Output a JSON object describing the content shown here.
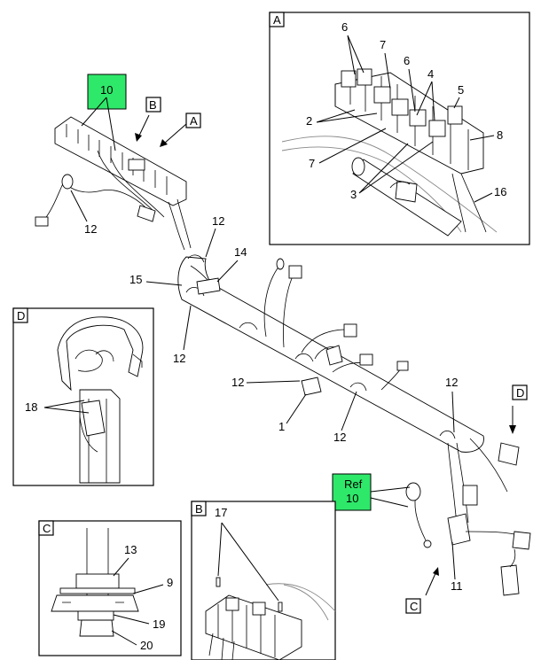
{
  "colors": {
    "highlight": "#2ee86a",
    "line": "#000000",
    "background": "#ffffff"
  },
  "views": {
    "A": "A",
    "B": "B",
    "C": "C",
    "D": "D"
  },
  "callouts": {
    "highlight_top": "10",
    "highlight_ref_a": "Ref",
    "highlight_ref_b": "10",
    "c1": "1",
    "c2": "2",
    "c3": "3",
    "c4": "4",
    "c5": "5",
    "c6a": "6",
    "c6b": "6",
    "c7a": "7",
    "c7b": "7",
    "c8": "8",
    "c9": "9",
    "c11": "11",
    "c12a": "12",
    "c12b": "12",
    "c12c": "12",
    "c12d": "12",
    "c12e": "12",
    "c12f": "12",
    "c13": "13",
    "c14": "14",
    "c15": "15",
    "c16": "16",
    "c17": "17",
    "c18": "18",
    "c19": "19",
    "c20": "20"
  }
}
